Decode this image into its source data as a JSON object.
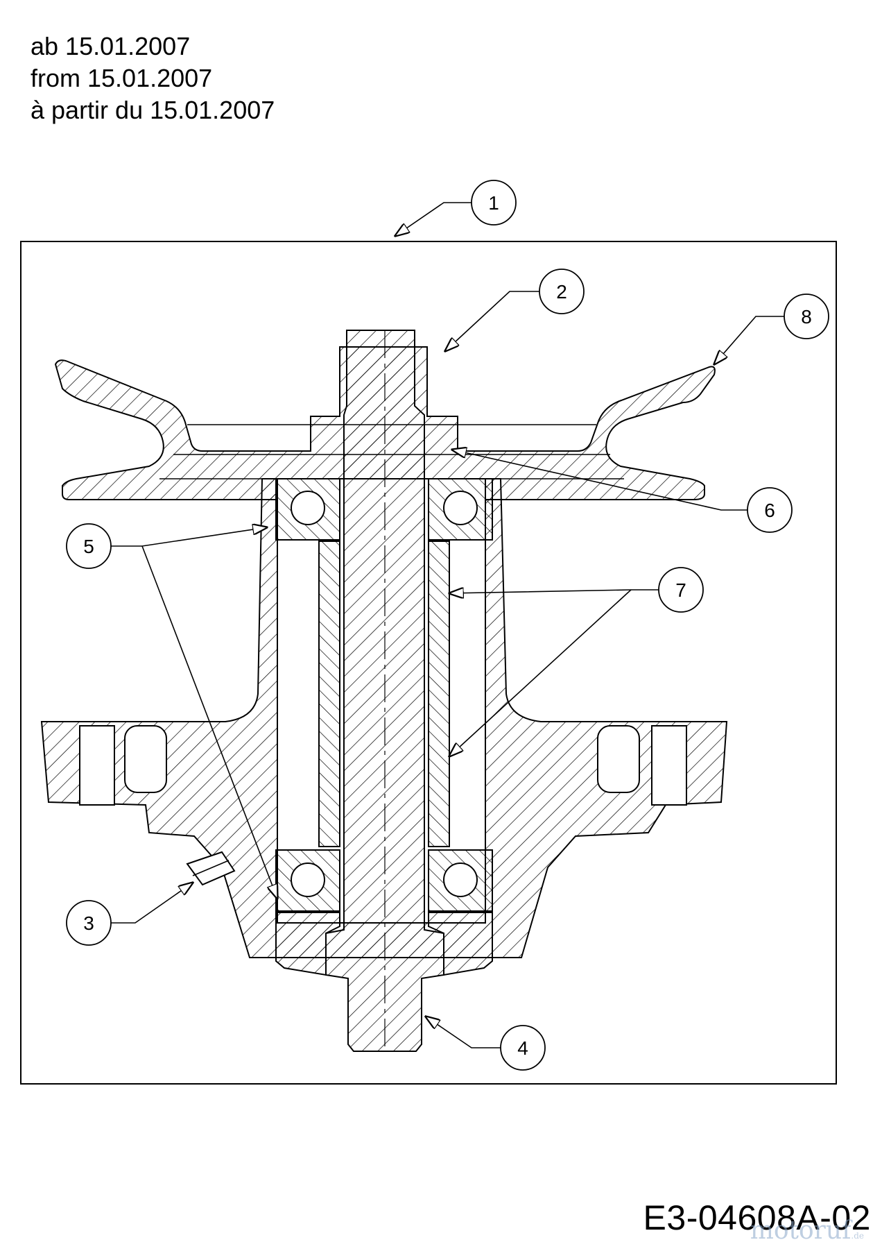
{
  "header": {
    "lines": [
      "ab 15.01.2007",
      "from 15.01.2007",
      "à partir du 15.01.2007"
    ]
  },
  "drawing_code": "E3-04608A-02",
  "watermark": {
    "main": "motoruf",
    "suffix": ".de"
  },
  "callouts": [
    {
      "id": "1",
      "label": "1"
    },
    {
      "id": "2",
      "label": "2"
    },
    {
      "id": "3",
      "label": "3"
    },
    {
      "id": "4",
      "label": "4"
    },
    {
      "id": "5",
      "label": "5"
    },
    {
      "id": "6",
      "label": "6"
    },
    {
      "id": "7",
      "label": "7"
    },
    {
      "id": "8",
      "label": "8"
    }
  ]
}
